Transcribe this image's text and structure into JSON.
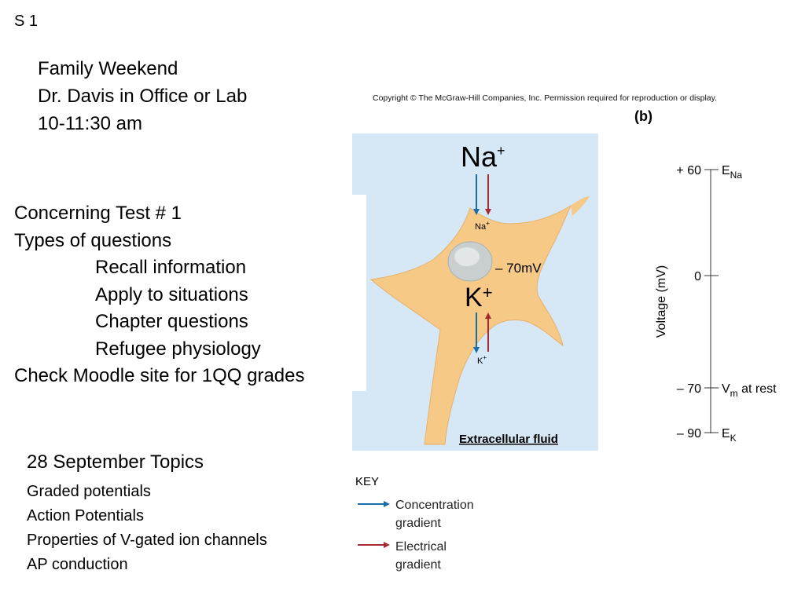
{
  "slide_number": "S 1",
  "announcement": {
    "line1": "Family Weekend",
    "line2": "Dr. Davis in Office or Lab",
    "line3": "10-11:30 am"
  },
  "test": {
    "heading": "Concerning Test # 1",
    "types_label": "Types of questions",
    "types": [
      "Recall information",
      "Apply to situations",
      "Chapter questions",
      "Refugee physiology"
    ],
    "moodle_note": "Check Moodle site for 1QQ grades"
  },
  "topics": {
    "title": "28 September Topics",
    "items": [
      "Graded potentials",
      "Action Potentials",
      "Properties of V-gated ion channels",
      "AP conduction"
    ]
  },
  "figure": {
    "copyright": "Copyright © The McGraw-Hill Companies, Inc. Permission required for reproduction or display.",
    "panel_label": "(b)",
    "na_big": "Na",
    "na_small": "Na",
    "plus": "+",
    "k_big": "K",
    "k_small": "K",
    "membrane_voltage": "– 70mV",
    "fluid_label": "Extracellular fluid",
    "scale": {
      "axis_label": "Voltage (mV)",
      "t60": "+ 60",
      "t0": "0",
      "t70": "– 70",
      "t90": "– 90",
      "e_letter": "E",
      "na_sub": "Na",
      "v_letter": "V",
      "m_sub": "m",
      "at_rest": " at rest",
      "k_sub": "K"
    },
    "key": {
      "title": "KEY",
      "conc_line1": "Concentration",
      "conc_line2": "gradient",
      "elec_line1": "Electrical",
      "elec_line2": "gradient"
    },
    "colors": {
      "fluid_bg": "#d6e7f5",
      "cell": "#f6c987",
      "nucleus": "#c9cfcf",
      "concentration_arrow": "#1a6ea8",
      "electrical_arrow": "#a52a34"
    }
  }
}
